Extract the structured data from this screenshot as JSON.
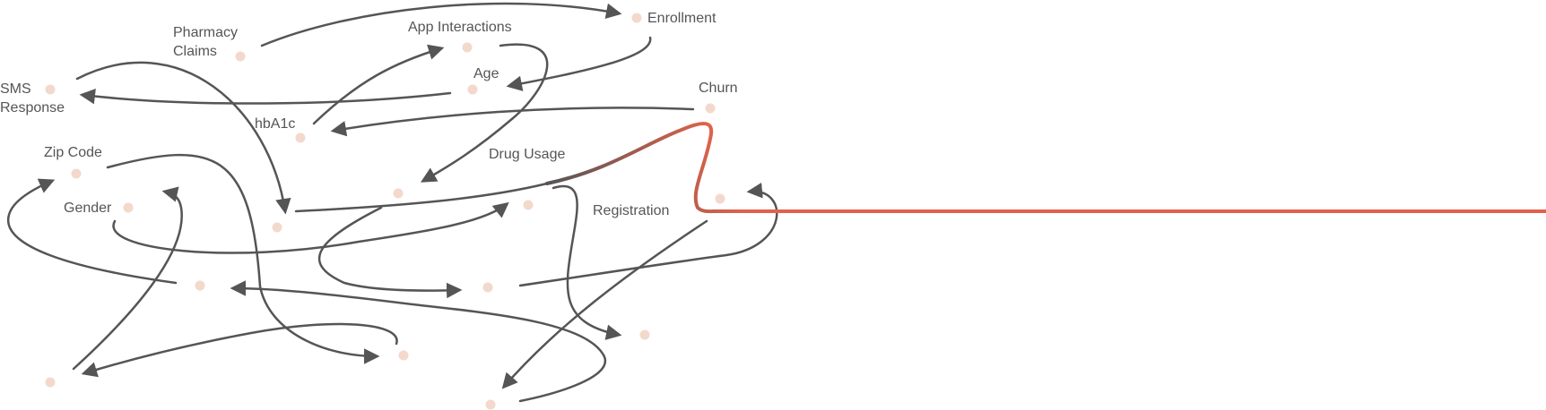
{
  "colors": {
    "edge": "#555555",
    "node": "#f3d9cc",
    "highlight": "#e0624a",
    "label": "#555555"
  },
  "nodes": [
    {
      "id": "pharmacy-claims",
      "label": "Pharmacy\nClaims"
    },
    {
      "id": "app-interactions",
      "label": "App Interactions"
    },
    {
      "id": "enrollment",
      "label": "Enrollment"
    },
    {
      "id": "sms-response",
      "label": "SMS\nResponse"
    },
    {
      "id": "age",
      "label": "Age"
    },
    {
      "id": "churn",
      "label": "Churn"
    },
    {
      "id": "hba1c",
      "label": "hbA1c"
    },
    {
      "id": "zip-code",
      "label": "Zip Code"
    },
    {
      "id": "drug-usage",
      "label": "Drug Usage"
    },
    {
      "id": "gender",
      "label": "Gender"
    },
    {
      "id": "registration",
      "label": "Registration"
    },
    {
      "id": "unlabeled-1",
      "label": ""
    },
    {
      "id": "unlabeled-2",
      "label": ""
    },
    {
      "id": "unlabeled-3",
      "label": ""
    },
    {
      "id": "unlabeled-4",
      "label": ""
    },
    {
      "id": "unlabeled-5",
      "label": ""
    },
    {
      "id": "unlabeled-6",
      "label": ""
    },
    {
      "id": "unlabeled-7",
      "label": ""
    },
    {
      "id": "unlabeled-8",
      "label": ""
    },
    {
      "id": "unlabeled-9",
      "label": ""
    }
  ]
}
